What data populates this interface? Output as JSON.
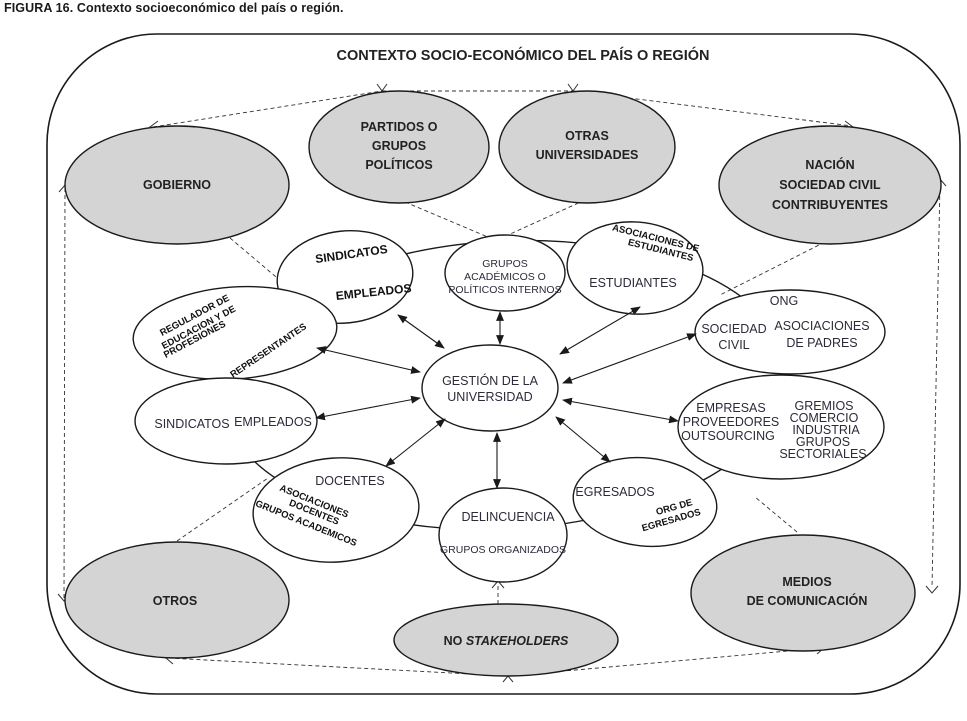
{
  "figure": {
    "caption": "FIGURA 16. Contexto socioeconómico del país o región.",
    "frame_title": "CONTEXTO SOCIO-ECONÓMICO DEL PAÍS O REGIÓN"
  },
  "colors": {
    "external_fill": "#d4d4d4",
    "internal_fill": "#ffffff",
    "stroke": "#1a1a1a"
  },
  "center": {
    "lines": [
      "GESTIÓN DE LA",
      "UNIVERSIDAD"
    ]
  },
  "external_stakeholders": [
    {
      "id": "gobierno",
      "lines": [
        "GOBIERNO"
      ]
    },
    {
      "id": "partidos",
      "lines": [
        "PARTIDOS  O",
        "GRUPOS",
        "POLÍTICOS"
      ]
    },
    {
      "id": "otras-universidades",
      "lines": [
        "OTRAS",
        "UNIVERSIDADES"
      ]
    },
    {
      "id": "nacion",
      "lines": [
        "NACIÓN",
        "SOCIEDAD CIVIL",
        "CONTRIBUYENTES"
      ]
    },
    {
      "id": "otros",
      "lines": [
        "OTROS"
      ]
    },
    {
      "id": "no-stakeholders",
      "lines": [
        "NO ",
        "STAKEHOLDERS"
      ]
    },
    {
      "id": "medios",
      "lines": [
        "MEDIOS",
        "DE COMUNICACIÓN"
      ]
    }
  ],
  "internal_groups": [
    {
      "id": "sindicatos-empleados-top",
      "bold_labels": [
        "SINDICATOS",
        "EMPLEADOS"
      ]
    },
    {
      "id": "grupos-internos",
      "lines": [
        "GRUPOS",
        "ACADÉMICOS O",
        "POLÍTICOS INTERNOS"
      ]
    },
    {
      "id": "estudiantes",
      "lines": [
        "ESTUDIANTES"
      ],
      "bold_labels": [
        "ASOCIACIONES DE",
        "ESTUDIANTES"
      ]
    },
    {
      "id": "regulador",
      "bold_labels": [
        "REGULADOR DE",
        "EDUCACION Y DE",
        "PROFESIONES",
        "REPRESENTANTES"
      ]
    },
    {
      "id": "sociedad-civil",
      "lines": [
        "ONG",
        "SOCIEDAD",
        "CIVIL",
        "ASOCIACIONES",
        "DE PADRES"
      ]
    },
    {
      "id": "empleados",
      "lines": [
        "SINDICATOS",
        "EMPLEADOS"
      ]
    },
    {
      "id": "empresas",
      "lines": [
        "EMPRESAS",
        "PROVEEDORES",
        "OUTSOURCING",
        "GREMIOS",
        "COMERCIO",
        "INDUSTRIA",
        "GRUPOS",
        "SECTORIALES"
      ]
    },
    {
      "id": "docentes",
      "lines": [
        "DOCENTES"
      ],
      "bold_labels": [
        "ASOCIACIONES",
        "DOCENTES",
        "GRUPOS ACADEMICOS"
      ]
    },
    {
      "id": "delincuencia",
      "lines": [
        "DELINCUENCIA",
        "GRUPOS ORGANIZADOS"
      ]
    },
    {
      "id": "egresados",
      "lines": [
        "EGRESADOS"
      ],
      "bold_labels": [
        "ORG DE",
        "EGRESADOS"
      ]
    }
  ]
}
